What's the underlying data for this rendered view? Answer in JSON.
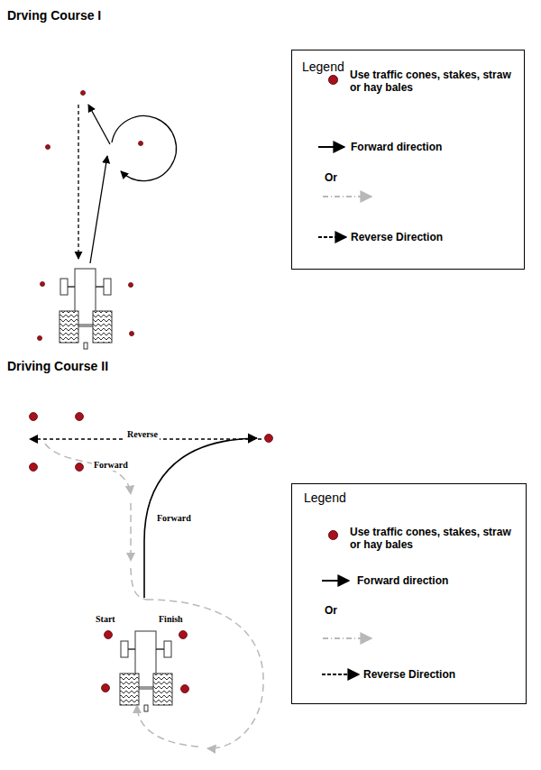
{
  "diagram": {
    "title": "Drving Course I",
    "labels": [
      "Legend",
      "Driving Course II",
      "Reverse",
      "Forward",
      "Forward",
      "Start",
      "Finish",
      "Legend"
    ],
    "legend": [
      {
        "text": "Use traffic cones, stakes, straw or hay bales",
        "color": "#a8101c"
      },
      {
        "text": "Forward direction"
      },
      {
        "text": "Or"
      },
      {
        "text": "Reverse Direction"
      },
      {
        "text": "Use traffic cones, stakes, straw or hay bales",
        "color": "#a8101c"
      },
      {
        "text": "Forward direction"
      },
      {
        "text": "Or"
      },
      {
        "text": "Reverse Direction"
      }
    ]
  }
}
